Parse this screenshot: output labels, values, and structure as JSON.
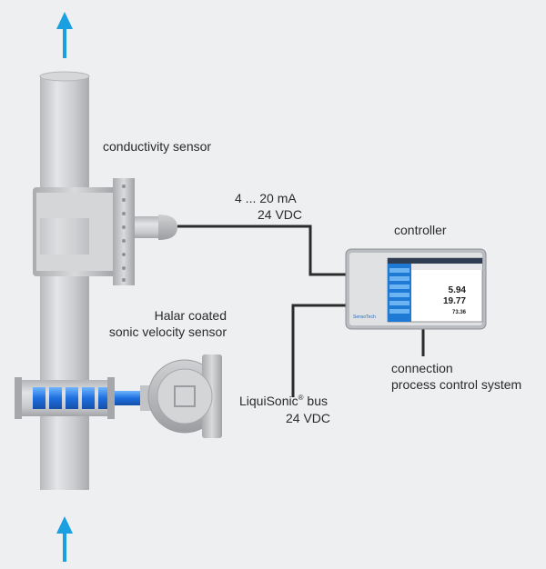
{
  "labels": {
    "conductivity_sensor": "conductivity sensor",
    "current_signal": "4 ... 20 mA",
    "voltage_top": "24 VDC",
    "controller": "controller",
    "halar_line1": "Halar coated",
    "halar_line2": "sonic velocity sensor",
    "bus_name": "LiquiSonic",
    "bus_reg": "®",
    "bus_suffix": " bus",
    "voltage_bottom": "24 VDC",
    "connection_line1": "connection",
    "connection_line2": "process control system"
  },
  "controller_screen": {
    "brand": "SensoTech",
    "reading_1": "5.94",
    "reading_2": "19.77",
    "reading_3": "73.36"
  },
  "colors": {
    "flow_arrow": "#1aa0e0",
    "sensor_blue": "#1e6fe0",
    "wire": "#2b2b2b",
    "background": "#eeeff0"
  }
}
